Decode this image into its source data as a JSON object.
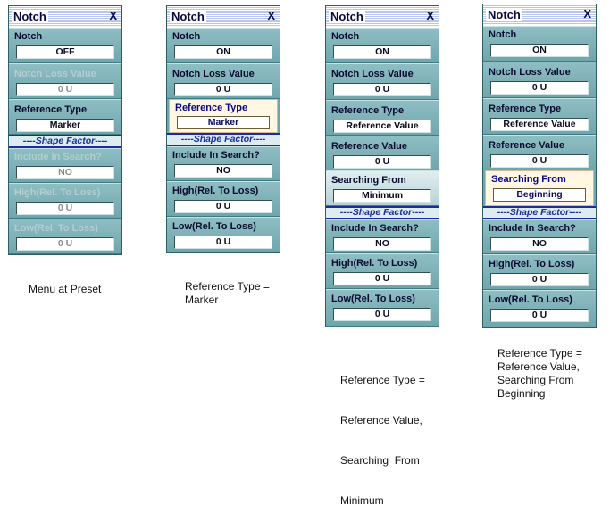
{
  "panels": [
    {
      "title": "Notch",
      "close_label": "X",
      "fields": [
        {
          "label": "Notch",
          "value": "OFF"
        },
        {
          "label": "Notch Loss Value",
          "value": "0 U"
        },
        {
          "label": "Reference Type",
          "value": "Marker"
        },
        {
          "label": "Include In Search?",
          "value": "NO"
        },
        {
          "label": "High(Rel. To Loss)",
          "value": "0 U"
        },
        {
          "label": "Low(Rel. To Loss)",
          "value": "0 U"
        }
      ],
      "shape_factor": "----Shape Factor----",
      "caption": [
        "Menu at Preset"
      ]
    },
    {
      "title": "Notch",
      "close_label": "X",
      "fields": [
        {
          "label": "Notch",
          "value": "ON"
        },
        {
          "label": "Notch Loss Value",
          "value": "0 U"
        },
        {
          "label": "Reference Type",
          "value": "Marker"
        },
        {
          "label": "Include In Search?",
          "value": "NO"
        },
        {
          "label": "High(Rel. To Loss)",
          "value": "0 U"
        },
        {
          "label": "Low(Rel. To Loss)",
          "value": "0 U"
        }
      ],
      "shape_factor": "----Shape Factor----",
      "caption": [
        "Reference Type =",
        "Marker"
      ]
    },
    {
      "title": "Notch",
      "close_label": "X",
      "fields": [
        {
          "label": "Notch",
          "value": "ON"
        },
        {
          "label": "Notch Loss Value",
          "value": "0 U"
        },
        {
          "label": "Reference Type",
          "value": "Reference Value"
        },
        {
          "label": "Reference Value",
          "value": "0 U"
        },
        {
          "label": "Searching From",
          "value": "Minimum"
        },
        {
          "label": "Include In Search?",
          "value": "NO"
        },
        {
          "label": "High(Rel. To Loss)",
          "value": "0 U"
        },
        {
          "label": "Low(Rel. To Loss)",
          "value": "0 U"
        }
      ],
      "shape_factor": "----Shape Factor----",
      "caption": [
        "Reference Type =",
        "Reference Value,",
        "Searching  From",
        "Minimum"
      ]
    },
    {
      "title": "Notch",
      "close_label": "X",
      "fields": [
        {
          "label": "Notch",
          "value": "ON"
        },
        {
          "label": "Notch Loss Value",
          "value": "0 U"
        },
        {
          "label": "Reference Type",
          "value": "Reference Value"
        },
        {
          "label": "Reference Value",
          "value": "0 U"
        },
        {
          "label": "Searching From",
          "value": "Beginning"
        },
        {
          "label": "Include In Search?",
          "value": "NO"
        },
        {
          "label": "High(Rel. To Loss)",
          "value": "0 U"
        },
        {
          "label": "Low(Rel. To Loss)",
          "value": "0 U"
        }
      ],
      "shape_factor": "----Shape Factor----",
      "caption": [
        "Reference Type =",
        "Reference Value,",
        "Searching From",
        "Beginning"
      ]
    }
  ]
}
